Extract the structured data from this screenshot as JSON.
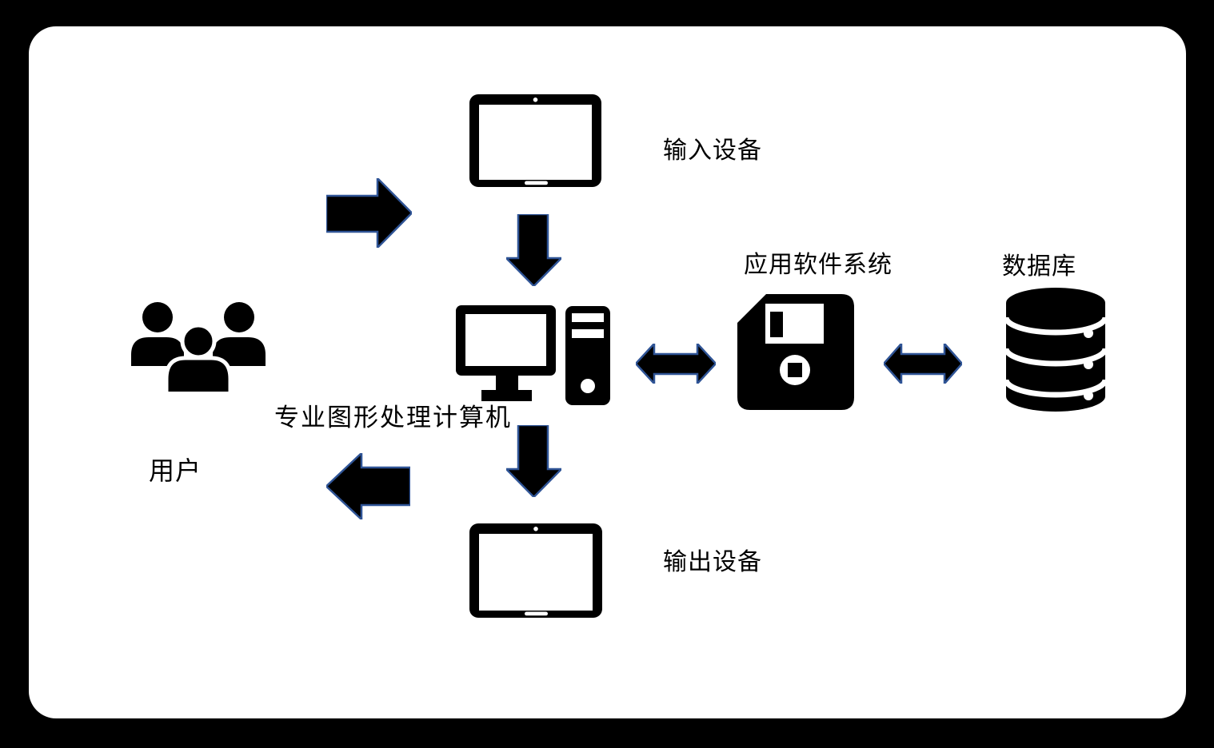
{
  "diagram_title": "",
  "colors": {
    "background": "#000000",
    "panel": "#ffffff",
    "icon": "#000000",
    "arrow_fill": "#000000",
    "arrow_stroke": "#2F5496",
    "text": "#000000"
  },
  "nodes": {
    "input_device": {
      "label": "输入设备",
      "icon": "tablet-icon"
    },
    "output_device": {
      "label": "输出设备",
      "icon": "tablet-icon"
    },
    "computer": {
      "label": "专业图形处理计算机",
      "icon": "desktop-computer-icon"
    },
    "software": {
      "label": "应用软件系统",
      "icon": "floppy-disk-icon"
    },
    "database": {
      "label": "数据库",
      "icon": "database-icon"
    },
    "users": {
      "label": "用户",
      "icon": "users-icon"
    }
  },
  "edges": [
    {
      "from": "users",
      "to": "input_device",
      "type": "arrow-right"
    },
    {
      "from": "input_device",
      "to": "computer",
      "type": "arrow-down"
    },
    {
      "from": "computer",
      "to": "software",
      "type": "arrow-both"
    },
    {
      "from": "software",
      "to": "database",
      "type": "arrow-both"
    },
    {
      "from": "computer",
      "to": "output_device",
      "type": "arrow-down"
    },
    {
      "from": "output_device",
      "to": "users",
      "type": "arrow-left"
    }
  ]
}
